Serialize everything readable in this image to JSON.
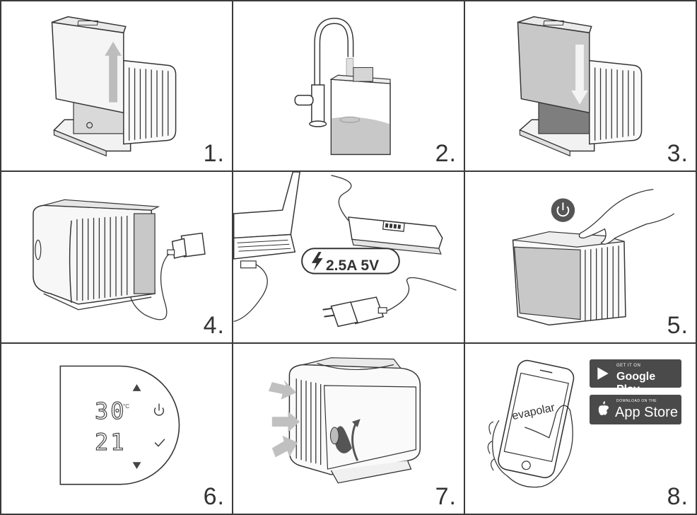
{
  "steps": [
    {
      "number": "1."
    },
    {
      "number": "2."
    },
    {
      "number": "3."
    },
    {
      "number": "4."
    },
    {
      "number": "5."
    },
    {
      "number": "6."
    },
    {
      "number": "7."
    },
    {
      "number": "8."
    }
  ],
  "power_spec": "2.5A 5V",
  "display": {
    "temperature": "30",
    "unit": "°C",
    "humidity": "21"
  },
  "phone": {
    "brand": "evapolar"
  },
  "stores": {
    "google": {
      "small": "GET IT ON",
      "big": "Google Play"
    },
    "apple": {
      "small": "DOWNLOAD ON THE",
      "big": "App Store"
    }
  },
  "icons": [
    "up-arrow-icon",
    "faucet-icon",
    "down-arrow-icon",
    "plug-icon",
    "battery-icon",
    "lightning-icon",
    "power-icon",
    "check-icon",
    "triangle-up-icon",
    "triangle-down-icon",
    "airflow-arrows-icon",
    "rotate-arrow-icon",
    "google-play-icon",
    "apple-icon"
  ],
  "colors": {
    "border": "#3a3a3a",
    "fill": "#c8c8c8",
    "dark": "#4a4a4a"
  }
}
